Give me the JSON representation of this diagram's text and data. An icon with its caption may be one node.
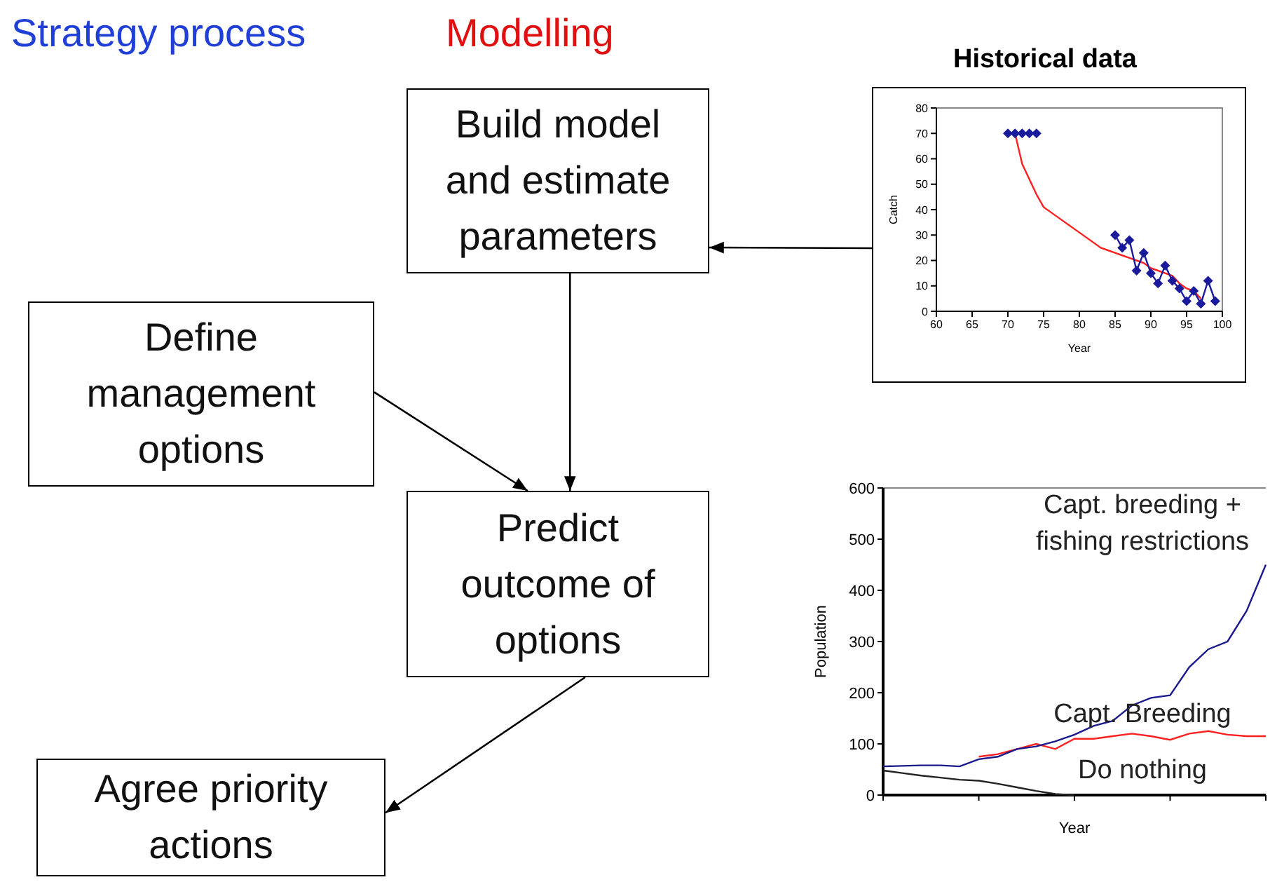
{
  "diagram": {
    "nodes": [
      {
        "text": [
          "Build model and estimate parameters"
        ]
      },
      {
        "text": [
          "Define management options"
        ]
      },
      {
        "text": [
          "Predict outcome of options"
        ]
      },
      {
        "text": [
          "Agree priority actions"
        ]
      },
      {
        "text": [
          "Historical data"
        ]
      }
    ],
    "edges": [
      {
        "from": 4,
        "to": 0,
        "arrow": "to"
      },
      {
        "from": 0,
        "to": 2,
        "arrow": "to"
      },
      {
        "from": 1,
        "to": 2,
        "arrow": "to"
      },
      {
        "from": 2,
        "to": 3,
        "arrow": "to"
      }
    ],
    "labels": [
      "Strategy process",
      "Modelling"
    ],
    "chart_data": [
      {
        "type": "line",
        "xlabel": "Year",
        "ylabel": "Catch",
        "x": [
          70,
          71,
          72,
          73,
          74,
          75,
          76,
          77,
          78,
          79,
          80,
          81,
          82,
          83,
          84,
          85,
          86,
          87,
          88,
          89,
          90,
          91,
          92,
          93,
          94,
          95,
          96,
          97,
          98,
          99
        ],
        "xlim": [
          60,
          100
        ],
        "ylim": [
          0,
          80
        ],
        "xticks": [
          60,
          65,
          70,
          75,
          80,
          85,
          90,
          95,
          100
        ],
        "yticks": [
          0,
          10,
          20,
          30,
          40,
          50,
          60,
          70,
          80
        ],
        "series": [
          {
            "color": "#1a1a9c",
            "marker": "diamond",
            "values": [
              70,
              70,
              70,
              70,
              70,
              null,
              null,
              null,
              null,
              null,
              null,
              null,
              null,
              null,
              null,
              30,
              25,
              28,
              16,
              23,
              15,
              11,
              18,
              12,
              9,
              4,
              8,
              3,
              12,
              4
            ]
          },
          {
            "color": "#ff2020",
            "values": [
              null,
              70,
              58,
              52,
              46,
              41,
              39,
              37,
              35,
              33,
              31,
              29,
              27,
              25,
              24,
              23,
              22,
              21,
              20,
              19,
              17,
              16,
              15,
              14,
              11,
              9,
              8,
              5,
              null,
              null
            ]
          }
        ]
      },
      {
        "type": "line",
        "xlabel": "Year",
        "ylabel": "Population",
        "ylim": [
          0,
          600
        ],
        "yticks": [
          0,
          100,
          200,
          300,
          400,
          500,
          600
        ],
        "series": [
          {
            "name": "Capt. breeding + fishing restrictions",
            "color": "#1a1a8c",
            "values": [
              56,
              57,
              58,
              58,
              56,
              70,
              75,
              90,
              95,
              105,
              118,
              135,
              145,
              175,
              190,
              195,
              250,
              285,
              300,
              360,
              450
            ]
          },
          {
            "name": "Capt. Breeding",
            "color": "#ff2020",
            "values": [
              null,
              null,
              null,
              null,
              null,
              75,
              80,
              90,
              100,
              90,
              110,
              110,
              115,
              120,
              115,
              108,
              120,
              125,
              118,
              115,
              115
            ]
          },
          {
            "name": "Do nothing",
            "color": "#222222",
            "values": [
              48,
              43,
              38,
              34,
              30,
              28,
              22,
              15,
              8,
              2,
              0,
              null,
              null,
              null,
              null,
              null,
              null,
              null,
              null,
              null,
              null
            ]
          }
        ]
      }
    ]
  }
}
